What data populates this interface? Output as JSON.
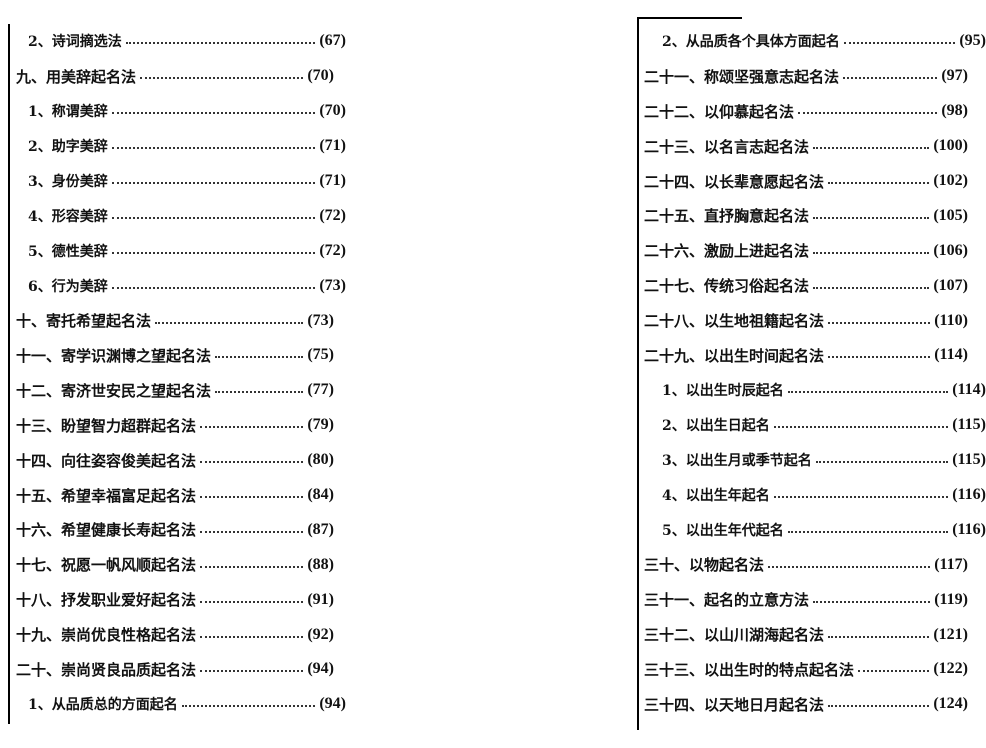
{
  "left_page": {
    "entries": [
      {
        "text": "2、诗词摘选法",
        "page": "(67)",
        "sub": true
      },
      {
        "text": "九、用美辞起名法",
        "page": "(70)",
        "sub": false
      },
      {
        "text": "1、称谓美辞",
        "page": "(70)",
        "sub": true
      },
      {
        "text": "2、助字美辞",
        "page": "(71)",
        "sub": true
      },
      {
        "text": "3、身份美辞",
        "page": "(71)",
        "sub": true
      },
      {
        "text": "4、形容美辞",
        "page": "(72)",
        "sub": true
      },
      {
        "text": "5、德性美辞",
        "page": "(72)",
        "sub": true
      },
      {
        "text": "6、行为美辞",
        "page": "(73)",
        "sub": true
      },
      {
        "text": "十、寄托希望起名法",
        "page": "(73)",
        "sub": false
      },
      {
        "text": "十一、寄学识渊博之望起名法",
        "page": "(75)",
        "sub": false
      },
      {
        "text": "十二、寄济世安民之望起名法",
        "page": "(77)",
        "sub": false
      },
      {
        "text": "十三、盼望智力超群起名法",
        "page": "(79)",
        "sub": false
      },
      {
        "text": "十四、向往姿容俊美起名法",
        "page": "(80)",
        "sub": false
      },
      {
        "text": "十五、希望幸福富足起名法",
        "page": "(84)",
        "sub": false
      },
      {
        "text": "十六、希望健康长寿起名法",
        "page": "(87)",
        "sub": false
      },
      {
        "text": "十七、祝愿一帆风顺起名法",
        "page": "(88)",
        "sub": false
      },
      {
        "text": "十八、抒发职业爱好起名法",
        "page": "(91)",
        "sub": false
      },
      {
        "text": "十九、崇尚优良性格起名法",
        "page": "(92)",
        "sub": false
      },
      {
        "text": "二十、崇尚贤良品质起名法",
        "page": "(94)",
        "sub": false
      },
      {
        "text": "1、从品质总的方面起名",
        "page": "(94)",
        "sub": true
      }
    ]
  },
  "right_page": {
    "entries": [
      {
        "text": "2、从品质各个具体方面起名",
        "page": "(95)",
        "sub": true
      },
      {
        "text": "二十一、称颂坚强意志起名法",
        "page": "(97)",
        "sub": false
      },
      {
        "text": "二十二、以仰慕起名法",
        "page": "(98)",
        "sub": false
      },
      {
        "text": "二十三、以名言志起名法",
        "page": "(100)",
        "sub": false
      },
      {
        "text": "二十四、以长辈意愿起名法",
        "page": "(102)",
        "sub": false
      },
      {
        "text": "二十五、直抒胸意起名法",
        "page": "(105)",
        "sub": false
      },
      {
        "text": "二十六、激励上进起名法",
        "page": "(106)",
        "sub": false
      },
      {
        "text": "二十七、传统习俗起名法",
        "page": "(107)",
        "sub": false
      },
      {
        "text": "二十八、以生地祖籍起名法",
        "page": "(110)",
        "sub": false
      },
      {
        "text": "二十九、以出生时间起名法",
        "page": "(114)",
        "sub": false
      },
      {
        "text": "1、以出生时辰起名",
        "page": "(114)",
        "sub": true
      },
      {
        "text": "2、以出生日起名",
        "page": "(115)",
        "sub": true
      },
      {
        "text": "3、以出生月或季节起名",
        "page": "(115)",
        "sub": true
      },
      {
        "text": "4、以出生年起名",
        "page": "(116)",
        "sub": true
      },
      {
        "text": "5、以出生年代起名",
        "page": "(116)",
        "sub": true
      },
      {
        "text": "三十、以物起名法",
        "page": "(117)",
        "sub": false
      },
      {
        "text": "三十一、起名的立意方法",
        "page": "(119)",
        "sub": false
      },
      {
        "text": "三十二、以山川湖海起名法",
        "page": "(121)",
        "sub": false
      },
      {
        "text": "三十三、以出生时的特点起名法",
        "page": "(122)",
        "sub": false
      },
      {
        "text": "三十四、以天地日月起名法",
        "page": "(124)",
        "sub": false
      }
    ]
  }
}
